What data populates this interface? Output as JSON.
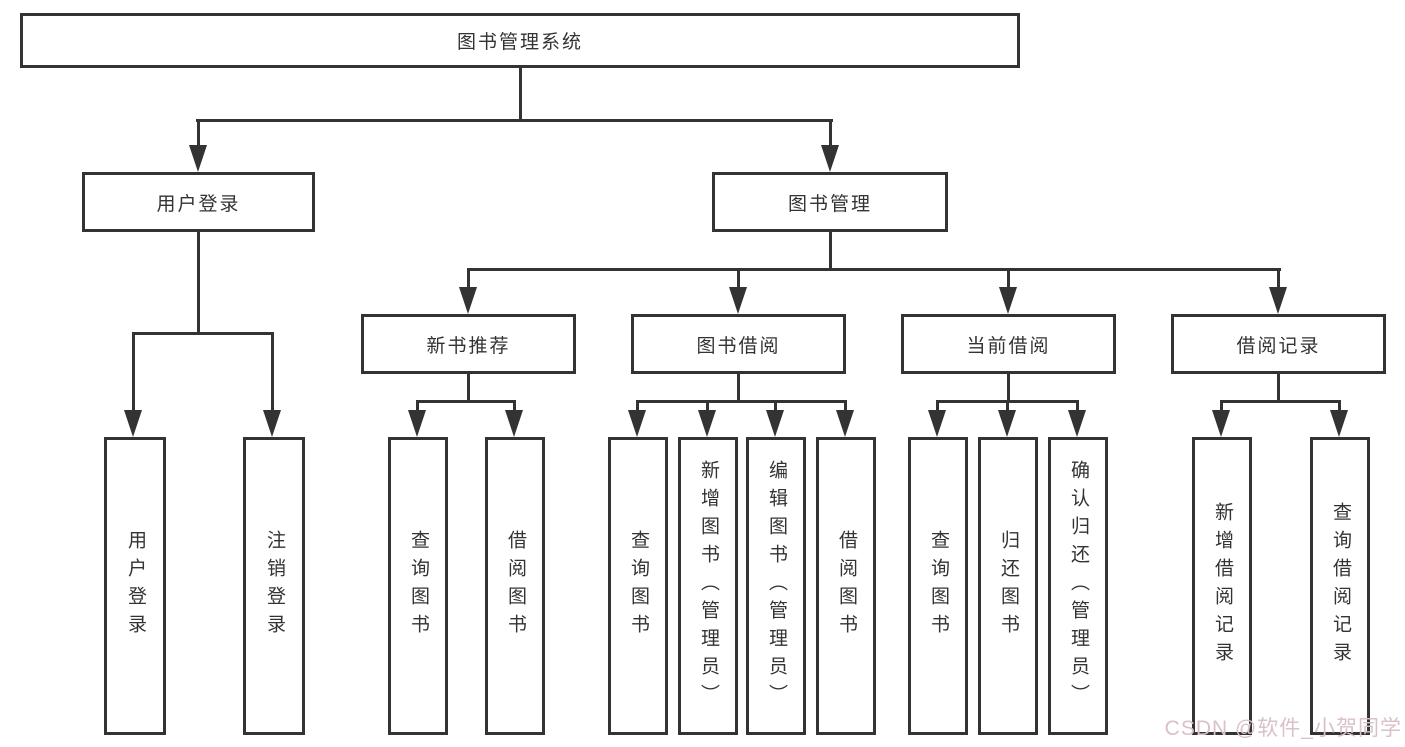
{
  "tree": {
    "label": "图书管理系统",
    "children": [
      {
        "label": "用户登录",
        "children": [
          {
            "label": "用户登录"
          },
          {
            "label": "注销登录"
          }
        ]
      },
      {
        "label": "图书管理",
        "children": [
          {
            "label": "新书推荐",
            "children": [
              {
                "label": "查询图书"
              },
              {
                "label": "借阅图书"
              }
            ]
          },
          {
            "label": "图书借阅",
            "children": [
              {
                "label": "查询图书"
              },
              {
                "label": "新增图书（管理员）"
              },
              {
                "label": "编辑图书（管理员）"
              },
              {
                "label": "借阅图书"
              }
            ]
          },
          {
            "label": "当前借阅",
            "children": [
              {
                "label": "查询图书"
              },
              {
                "label": "归还图书"
              },
              {
                "label": "确认归还（管理员）"
              }
            ]
          },
          {
            "label": "借阅记录",
            "children": [
              {
                "label": "新增借阅记录"
              },
              {
                "label": "查询借阅记录"
              }
            ]
          }
        ]
      }
    ]
  },
  "watermark": {
    "text": "CSDN @软件_小贺同学"
  },
  "colors": {
    "line": "#333333",
    "box_border": "#333333",
    "text": "#333333",
    "background": "#ffffff",
    "watermark": "#d9c0ca"
  }
}
